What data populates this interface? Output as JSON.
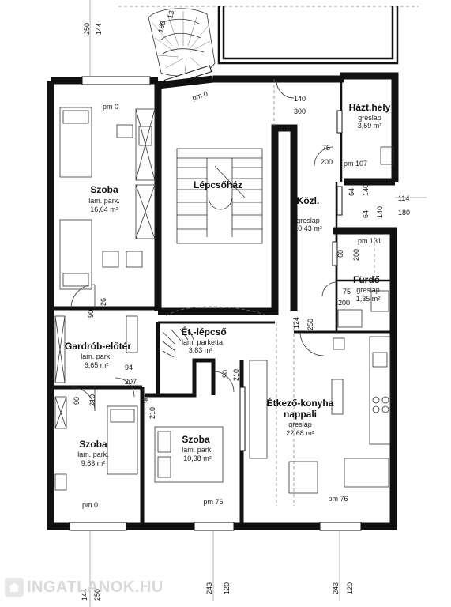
{
  "rooms": {
    "szoba1": {
      "name": "Szoba",
      "floor": "lam. park.",
      "area": "16,64 m²"
    },
    "lepcsohaz": {
      "name": "Lépcsőház"
    },
    "kozl": {
      "name": "Közl.",
      "floor": "greslap",
      "area": "10,43 m²"
    },
    "haztheley": {
      "name": "Házt.hely",
      "floor": "greslap",
      "area": "3,59 m²"
    },
    "furdo": {
      "name": "Fürdő",
      "floor": "greslap",
      "area": "1,35 m²"
    },
    "gardrob": {
      "name": "Gardrób-előtér",
      "floor": "lam. park.",
      "area": "6,65 m²"
    },
    "etlepcso": {
      "name": "Ét.-lépcső",
      "floor": "lam. parketta",
      "area": "3,83 m²"
    },
    "szoba2": {
      "name": "Szoba",
      "floor": "lam. park.",
      "area": "9,83 m²"
    },
    "szoba3": {
      "name": "Szoba",
      "floor": "lam. park.",
      "area": "10,38 m²"
    },
    "konyha": {
      "name": "Étkező-konyha",
      "name2": "nappali",
      "floor": "greslap",
      "area": "22,68 m²"
    }
  },
  "levels": {
    "pm0_top": "pm 0",
    "pm0_stair": "pm 0",
    "pm107": "pm 107",
    "pm131": "pm 131",
    "pm0_bottom": "pm 0",
    "pm76_a": "pm 76",
    "pm76_b": "pm 76"
  },
  "dimensions": {
    "d250_top": "250",
    "d144_top": "144",
    "d180_stair": "180",
    "d13_stair": "13",
    "d140_a": "140",
    "d300": "300",
    "d75_a": "75",
    "d200_a": "200",
    "d64_a": "64",
    "d140_b": "140",
    "d114": "114",
    "d64_b": "64",
    "d140_c": "140",
    "d180_right": "180",
    "d60": "60",
    "d200_b": "200",
    "d75_b": "75",
    "d200_c": "200",
    "d90_a": "90",
    "d226": "226",
    "d124": "124",
    "d250_mid": "250",
    "d94": "94",
    "d207": "207",
    "d90_b": "90",
    "d210_a": "210",
    "d90_c": "90",
    "d210_b": "210",
    "d90_d": "90",
    "d210_c": "210",
    "d144_bottom": "144",
    "d250_bottom": "250",
    "d243_a": "243",
    "d120_a": "120",
    "d243_b": "243",
    "d120_b": "120"
  },
  "watermark": {
    "text": "INGATLANOK.HU"
  }
}
